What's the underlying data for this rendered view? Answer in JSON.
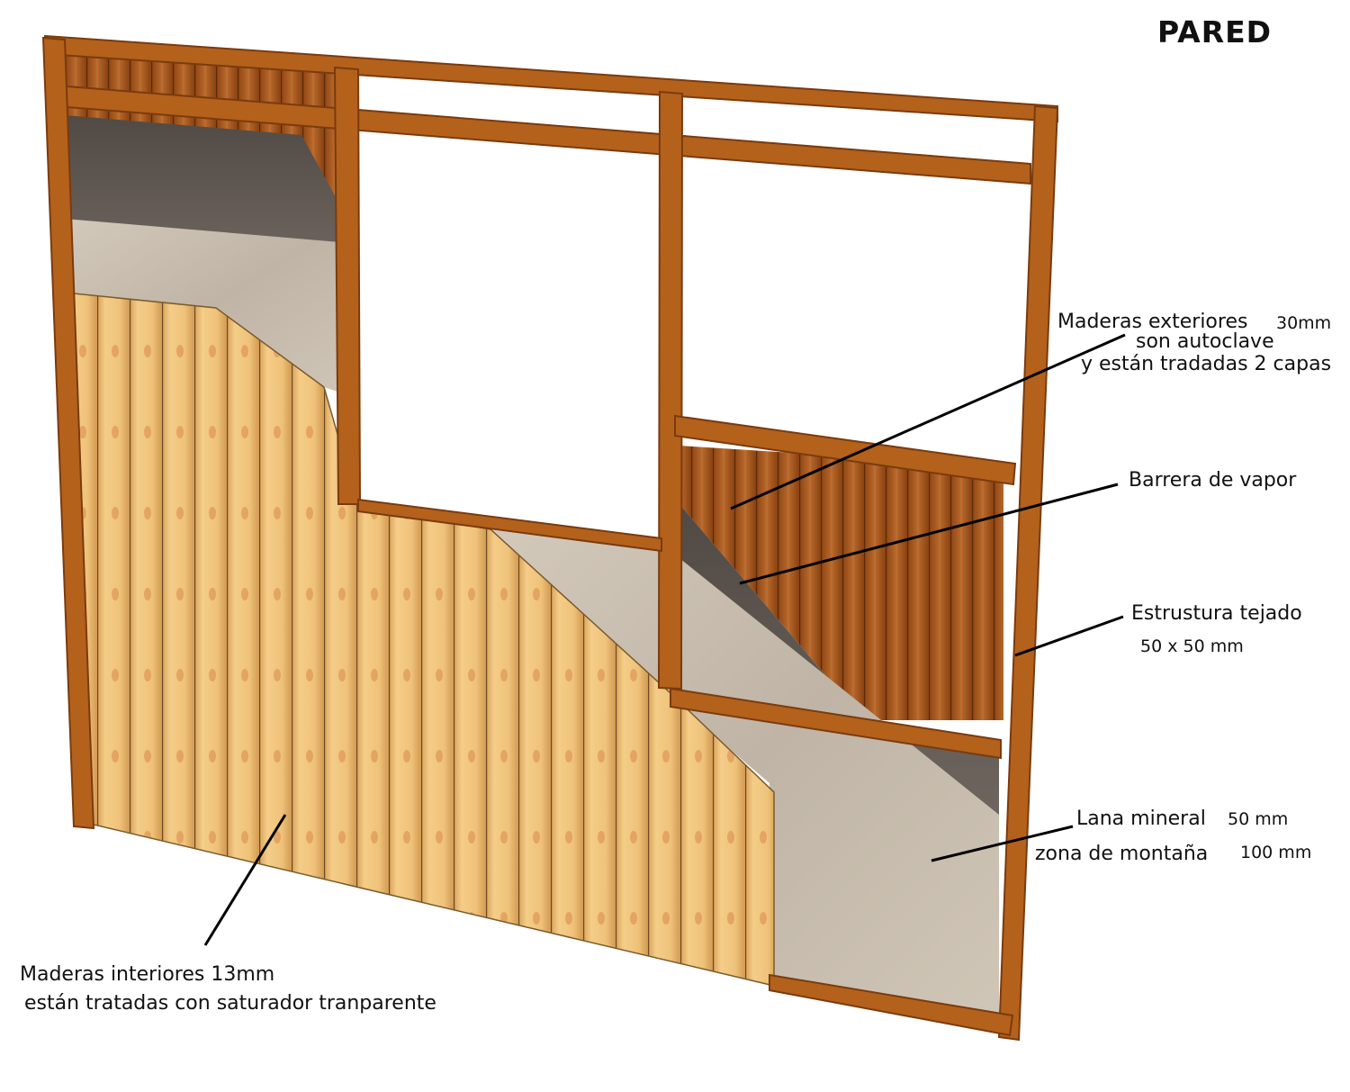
{
  "title": "PARED",
  "labels": {
    "maderas_exteriores": {
      "line1": "Maderas exteriores",
      "thickness": "30mm",
      "line2": "son autoclave",
      "line3": "y están tradadas 2 capas"
    },
    "barrera_vapor": "Barrera de vapor",
    "estructura": {
      "line1": "Estrustura tejado",
      "line2": "50 x 50 mm"
    },
    "lana_mineral": {
      "line1": "Lana mineral",
      "value1": "50 mm",
      "line2": "zona de montaña",
      "value2": "100 mm"
    },
    "maderas_interiores": {
      "line1": "Maderas interiores 13mm",
      "line2": "están tratadas con saturador tranparente"
    }
  },
  "colors": {
    "frame": "#b4611c",
    "frame_dark": "#7a3b0e",
    "exterior_boards": "#a85a23",
    "vapor_barrier": "#5f5750",
    "mineral_wool": "#c9bfb1",
    "interior_boards": "#ebbd73",
    "leader_line": "#000000"
  }
}
